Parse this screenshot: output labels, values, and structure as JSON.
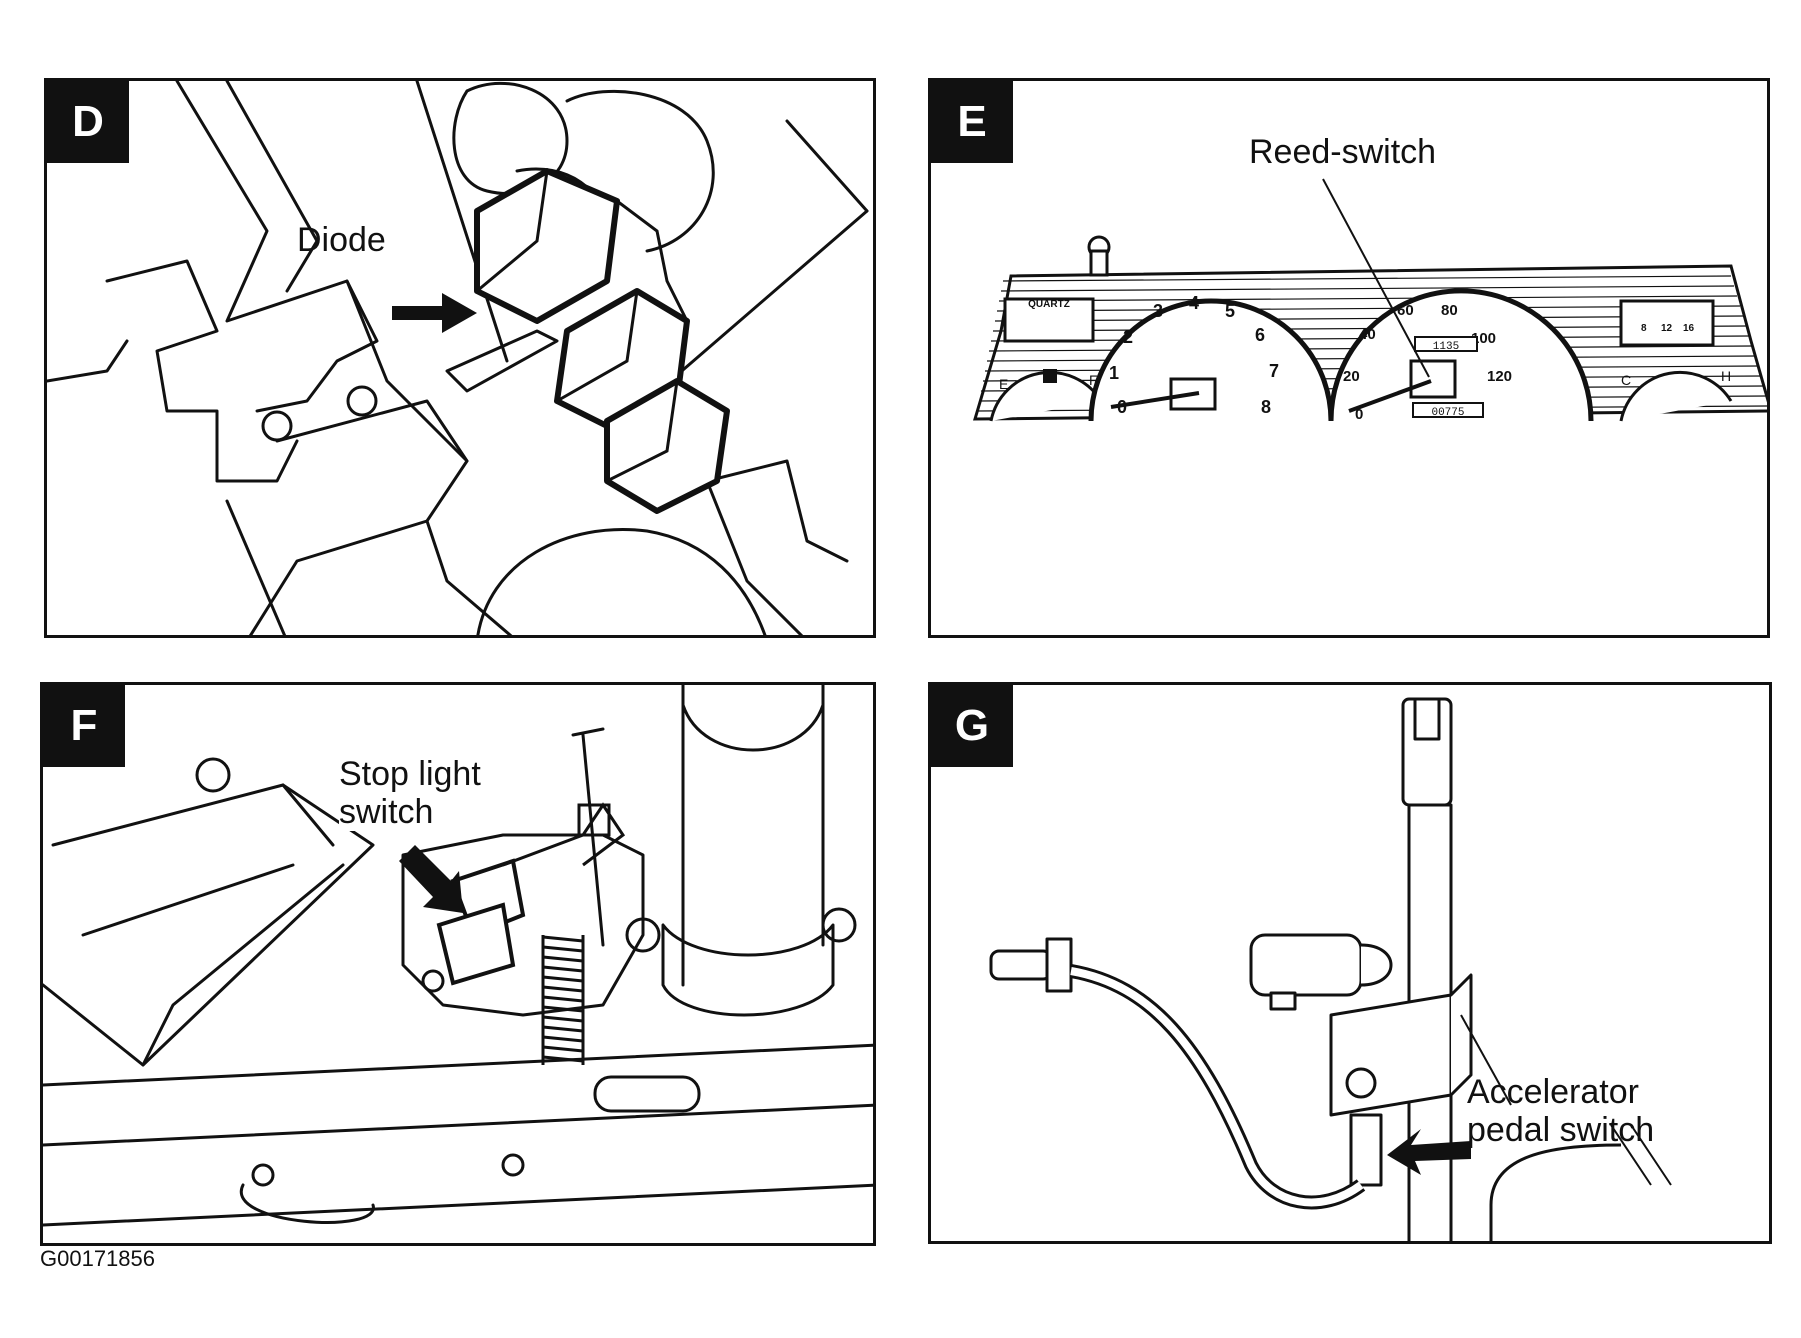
{
  "figure_id": "G00171856",
  "panels": {
    "d": {
      "letter": "D",
      "callout": "Diode"
    },
    "e": {
      "letter": "E",
      "callout": "Reed-switch",
      "cluster": {
        "clock_label": "QUARTZ",
        "fuel_labels": [
          "E",
          "F"
        ],
        "temp_labels": [
          "C",
          "H"
        ],
        "tach_ticks": [
          "0",
          "1",
          "2",
          "3",
          "4",
          "5",
          "6",
          "7",
          "8"
        ],
        "speed_ticks": [
          "0",
          "20",
          "40",
          "60",
          "80",
          "100",
          "120"
        ],
        "trip_digits": "1135",
        "odo_digits": "00775",
        "gauge_numbers": [
          "8",
          "12",
          "16"
        ]
      }
    },
    "f": {
      "letter": "F",
      "callout_line1": "Stop  light",
      "callout_line2": "switch"
    },
    "g": {
      "letter": "G",
      "callout_line1": "Accelerator",
      "callout_line2": "pedal  switch"
    }
  }
}
